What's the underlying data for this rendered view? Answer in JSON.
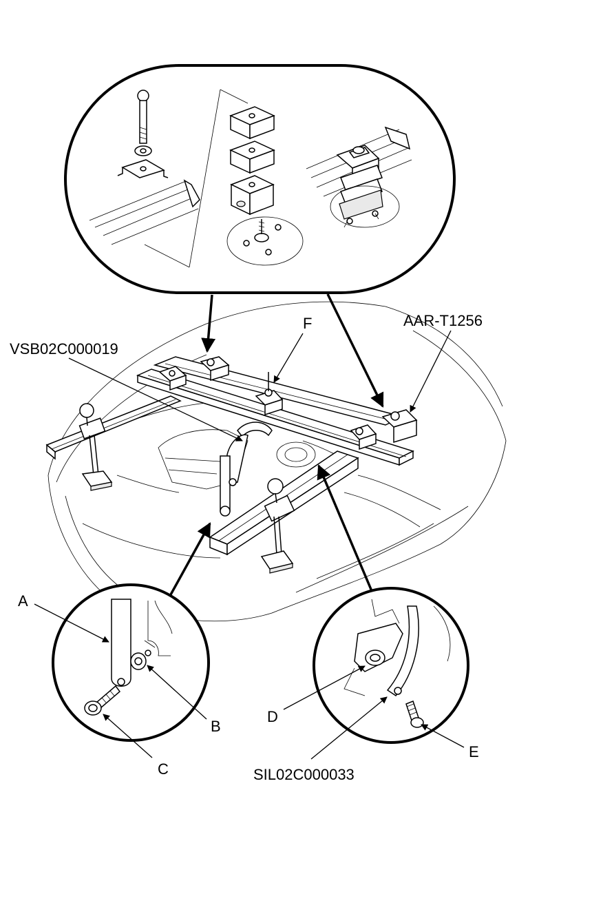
{
  "callouts": {
    "a": "A",
    "b": "B",
    "c": "C",
    "d": "D",
    "e": "E",
    "f": "F",
    "tool_aar": "AAR-T1256",
    "tool_vsb": "VSB02C000019",
    "tool_sil": "SIL02C000033"
  }
}
